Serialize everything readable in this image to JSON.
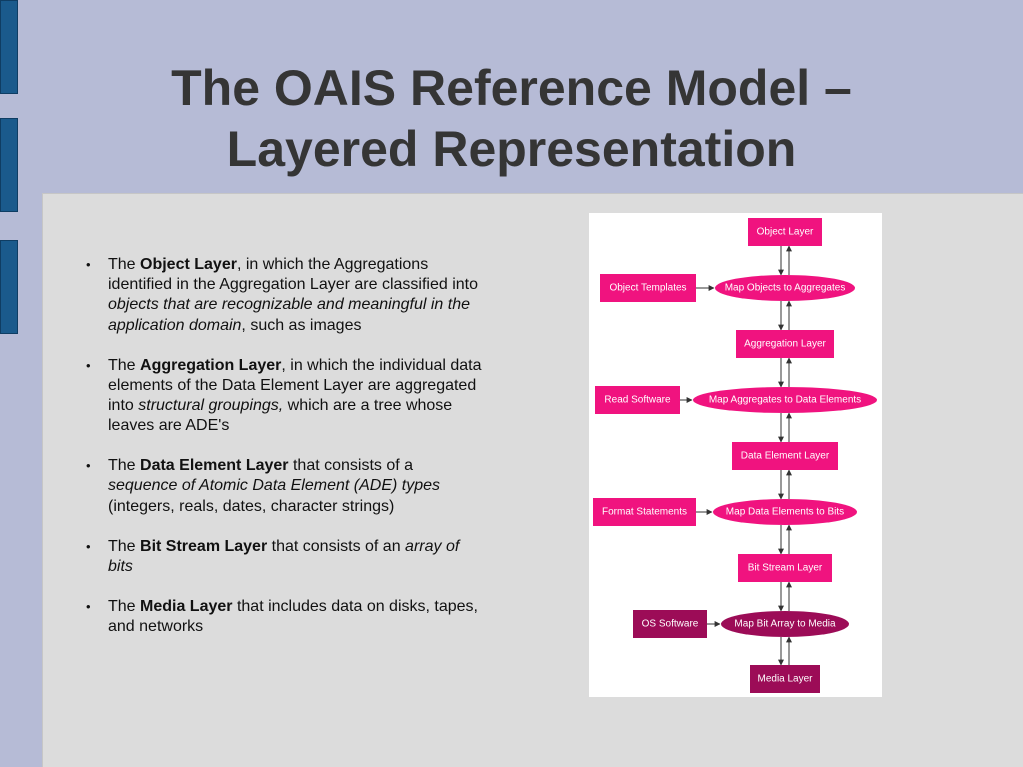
{
  "slide": {
    "title_line1": "The OAIS Reference Model –",
    "title_line2": "Layered Representation"
  },
  "bullets": [
    {
      "prefix": "The ",
      "bold": "Object Layer",
      "text1": ", in which the Aggregations identified in the Aggregation Layer are classified into ",
      "italic": "objects that are recognizable and meaningful in the application domain",
      "text2": ", such as images"
    },
    {
      "prefix": "The ",
      "bold": "Aggregation Layer",
      "text1": ", in which the individual data elements of the Data Element Layer are aggregated into ",
      "italic": "structural groupings,",
      "text2": " which are a tree whose leaves are ADE's"
    },
    {
      "prefix": "The ",
      "bold": "Data Element Layer",
      "text1": " that consists of a ",
      "italic": "sequence of Atomic Data Element (ADE) types",
      "text2": " (integers, reals, dates, character strings)"
    },
    {
      "prefix": "The ",
      "bold": "Bit Stream Layer",
      "text1": " that consists of an ",
      "italic": "array of bits",
      "text2": ""
    },
    {
      "prefix": "The ",
      "bold": "Media Layer",
      "text1": " that includes data on disks, tapes, and networks",
      "italic": "",
      "text2": ""
    }
  ],
  "diagram": {
    "colors": {
      "pink": "#f0137f",
      "dark": "#9c0c57",
      "arrow": "#333333",
      "label": "#ffffff"
    },
    "layers": [
      "Object Layer",
      "Aggregation Layer",
      "Data Element Layer",
      "Bit Stream Layer",
      "Media Layer"
    ],
    "processes": [
      "Map Objects to Aggregates",
      "Map Aggregates to Data Elements",
      "Map Data Elements to Bits",
      "Map Bit Array to Media"
    ],
    "inputs": [
      "Object Templates",
      "Read Software",
      "Format Statements",
      "OS Software"
    ]
  }
}
